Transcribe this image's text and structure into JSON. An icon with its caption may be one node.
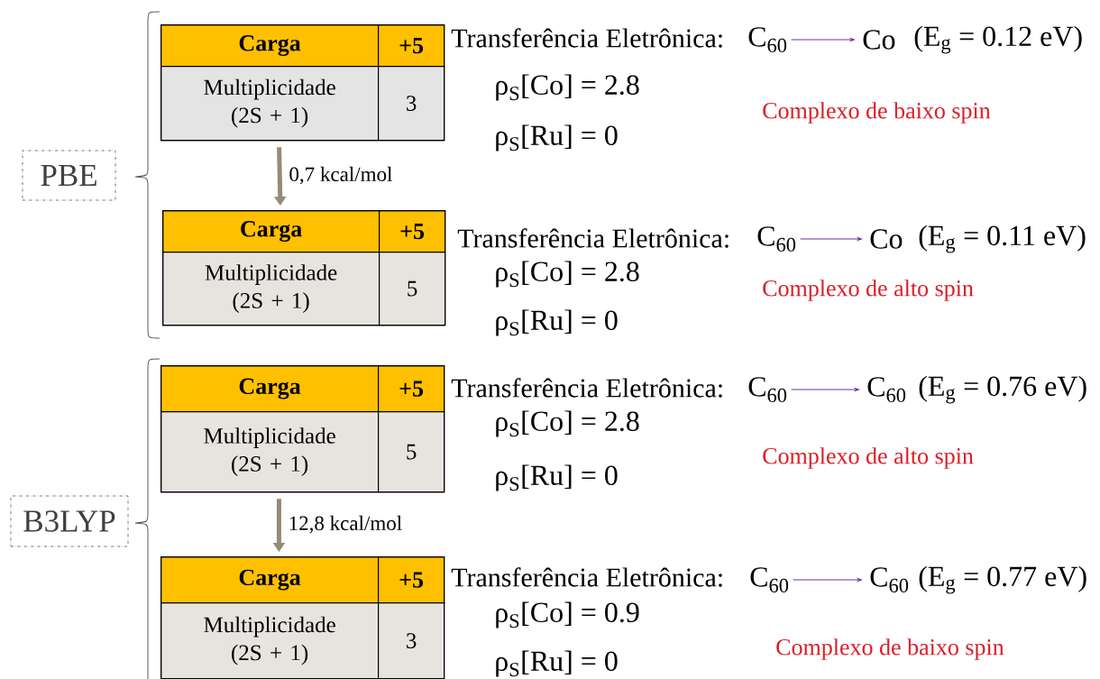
{
  "diagram": {
    "nodes": [
      {
        "text": [
          "PBE"
        ]
      },
      {
        "text": [
          "Carga",
          "+5",
          "Multiplicidade (2S + 1)",
          "3"
        ]
      },
      {
        "text": [
          "Carga",
          "+5",
          "Multiplicidade (2S + 1)",
          "5"
        ]
      },
      {
        "text": [
          "B3LYP"
        ]
      },
      {
        "text": [
          "Carga",
          "+5",
          "Multiplicidade (2S + 1)",
          "5"
        ]
      },
      {
        "text": [
          "Carga",
          "+5",
          "Multiplicidade (2S + 1)",
          "3"
        ]
      },
      {
        "text": [
          "C$_{60}$"
        ]
      },
      {
        "text": [
          "Co"
        ]
      },
      {
        "text": [
          "C$_{60}$"
        ]
      },
      {
        "text": [
          "Co"
        ]
      },
      {
        "text": [
          "C$_{60}$"
        ]
      },
      {
        "text": [
          "C$_{60}$"
        ]
      },
      {
        "text": [
          "C$_{60}$"
        ]
      },
      {
        "text": [
          "C$_{60}$"
        ]
      }
    ],
    "edges": [
      {
        "from": 1,
        "to": 2,
        "arrow": "to",
        "label": "0,7 kcal/mol",
        "style": "thick",
        "color": "#958b77"
      },
      {
        "from": 4,
        "to": 5,
        "arrow": "to",
        "label": "12,8 kcal/mol",
        "style": "thick",
        "color": "#958b77"
      },
      {
        "from": 6,
        "to": 7,
        "arrow": "to",
        "color": "#7030a0"
      },
      {
        "from": 8,
        "to": 9,
        "arrow": "to",
        "color": "#7030a0"
      },
      {
        "from": 10,
        "to": 11,
        "arrow": "to",
        "color": "#7030a0"
      },
      {
        "from": 12,
        "to": 13,
        "arrow": "to",
        "color": "#7030a0"
      }
    ],
    "labels": [
      "Transferência Eletrônica:",
      "(E$_{g}$ = 0.12 eV)",
      "ρ$_{S}$[Co] = 2.8",
      "Complexo de baixo spin",
      "ρ$_{S}$[Ru] = 0",
      "Transferência Eletrônica:",
      "(E$_{g}$ = 0.11 eV)",
      "ρ$_{S}$[Co] = 2.8",
      "Complexo de alto spin",
      "ρ$_{S}$[Ru] = 0",
      "Transferência Eletrônica:",
      "(E$_{g}$ = 0.76 eV)",
      "ρ$_{S}$[Co] = 2.8",
      "Complexo de alto spin",
      "ρ$_{S}$[Ru] = 0",
      "Transferência Eletrônica:",
      "(E$_{g}$ = 0.77 eV)",
      "ρ$_{S}$[Co] = 0.9",
      "Complexo de baixo spin",
      "ρ$_{S}$[Ru] = 0"
    ]
  }
}
